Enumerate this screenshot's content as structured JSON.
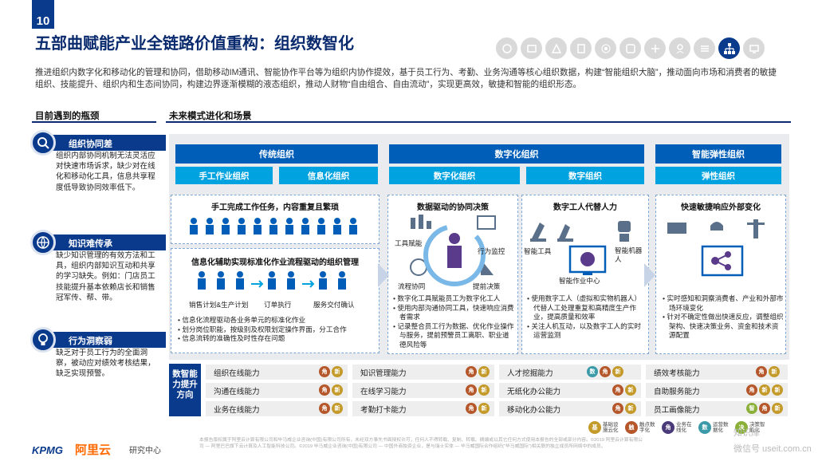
{
  "page_number": "10",
  "title": "五部曲赋能产业全链路价值重构：组织数智化",
  "intro": "推进组织内数字化和移动化的管理和协同，借助移动IM通讯、智能协作平台等为组织内协作提效，基于员工行为、考勤、业务沟通等核心组织数据，构建“智能组织大脑”，推动面向市场和消费者的敏捷组织、技能提升、组织内和生态间协同，构建边界逐渐模糊的液态组织，推动人财物“自由组合、自由流动”，实现更高效，敏捷和智能的组织形态。",
  "left_header": "目前遇到的瓶颈",
  "right_header": "未来模式进化和场景",
  "bottlenecks": [
    {
      "title": "组织协同差",
      "text": "组织内部协同机制无法灵活应对快速市场诉求，缺少对在线化和移动化工具，信息共享程度低导致协同效率低下。",
      "icon": "magnifier-gear-icon"
    },
    {
      "title": "知识难传承",
      "text": "缺少知识管理的有效方法和工具，组织内部知识互动和共享的学习缺失。例如：门店员工技能提升基本依赖店长和销售冠军传、帮、带。",
      "icon": "globe-icon"
    },
    {
      "title": "行为洞察弱",
      "text": "缺乏对于员工行为的全面洞察，被动应对绩效考核结果，缺乏实现预警。",
      "icon": "lightbulb-icon"
    }
  ],
  "bands": {
    "traditional": "传统组织",
    "digital": "数字化组织",
    "elastic": "智能弹性组织"
  },
  "subs": {
    "manual": "手工作业组织",
    "info": "信息化组织",
    "digital1": "数字化组织",
    "digital2": "数字组织",
    "elastic": "弹性组织"
  },
  "panels": {
    "manual_title": "手工完成工作任务，内容重复且繁琐",
    "process_title": "信息化辅助实现标准化作业流程驱动的组织管理",
    "process_labels": [
      "销售计划&生产计划",
      "订单执行",
      "服务交付确认"
    ],
    "process_bullets": [
      "信息化流程驱动各业务单元的标准化作业",
      "划分岗位职能，按级别及权限划定操作界面，分工合作",
      "信息流转的准确性及时性存在问题"
    ],
    "data_title": "数据驱动的协同决策",
    "data_labels": [
      "工具赋能",
      "行为监控",
      "流程协同",
      "提前决策"
    ],
    "data_bullets": [
      "数字化工具赋能员工为数字化工人",
      "使用内部沟通协同工具，快速响应消费者需求",
      "记录整合员工行为数据、优化作业操作与服务，提前预警员工离职、职业道德风险等"
    ],
    "worker_title": "数字工人代替人力",
    "worker_labels": [
      "智能工具",
      "智能机器人",
      "智能作业中心"
    ],
    "worker_bullets": [
      "使用数字工人（虚拟和实物机器人）代替人工处理重复和高精度生产作业，提高质量和效率",
      "关注人机互动，以及数字工人的实时运营监测"
    ],
    "agile_title": "快速敏捷响应外部变化",
    "agile_bullets": [
      "实时感知和洞察消费者、产业和外部市场环境变化",
      "针对不确定性做出快速反应，调整组织架构、快速决策业务、资金和技术资源配置"
    ]
  },
  "capability_side": "数智能力提升方向",
  "capabilities": [
    [
      {
        "label": "组织在线能力",
        "badges": [
          "角",
          "新"
        ]
      },
      {
        "label": "沟通在线能力",
        "badges": [
          "角",
          "新"
        ]
      },
      {
        "label": "业务在线能力",
        "badges": [
          "角",
          "新"
        ]
      }
    ],
    [
      {
        "label": "知识管理能力",
        "badges": [
          "角",
          "新"
        ]
      },
      {
        "label": "在线学习能力",
        "badges": [
          "角",
          "新"
        ]
      },
      {
        "label": "考勤打卡能力",
        "badges": [
          "角",
          "新"
        ]
      }
    ],
    [
      {
        "label": "人才挖掘能力",
        "badges": [
          "数",
          "角",
          "新"
        ]
      },
      {
        "label": "无纸化办公能力",
        "badges": [
          "角",
          "新"
        ]
      },
      {
        "label": "移动化办公能力",
        "badges": [
          "角",
          "新"
        ]
      }
    ],
    [
      {
        "label": "绩效考核能力",
        "badges": [
          "角",
          "新"
        ]
      },
      {
        "label": "自助服务能力",
        "badges": [
          "角",
          "新",
          "新"
        ]
      },
      {
        "label": "员工画像能力",
        "badges": [
          "智",
          "角",
          "新"
        ]
      }
    ]
  ],
  "legend": [
    {
      "glyph": "基",
      "label": "基础设施云化"
    },
    {
      "glyph": "触",
      "label": "触点数字化"
    },
    {
      "glyph": "角",
      "label": "业务在线化"
    },
    {
      "glyph": "数",
      "label": "运营数据化"
    },
    {
      "glyph": "决",
      "label": "决策智能化"
    }
  ],
  "footer": "本报告版权属于阿里云计算有限公司和毕马威企业咨询(中国)有限公司所有，未经双方事先书面授权许可，任何人不得转载、复制、转载、摘编或以其它任何方式使用本报告的全部或部分内容。©2019 阿里云计算有限公司 — 阿里巴巴旗下云计算及人工智能科技公司。©2019 毕马威企业咨询(中国)有限公司 — 中国外商独资企业，是与瑞士实体 — 毕马威国际合作组织(“毕马威国际”)相关联的独立成员所网络中的成员。",
  "logos": {
    "kpmg": "KPMG",
    "aliyun": "阿里云",
    "research": "研究中心"
  },
  "watermark": "知识库",
  "watermark2": "微信号 useit.com.cn",
  "colors": {
    "navy": "#0a3a8c",
    "blue": "#005eb8",
    "cyan": "#00a3e0"
  }
}
